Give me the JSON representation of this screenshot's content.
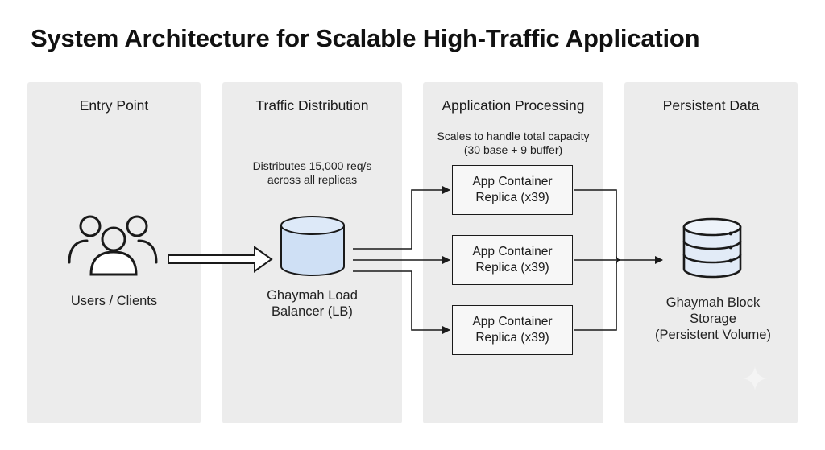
{
  "title": "System Architecture for Scalable High-Traffic Application",
  "lanes": [
    {
      "title": "Entry Point"
    },
    {
      "title": "Traffic Distribution"
    },
    {
      "title": "Application Processing"
    },
    {
      "title": "Persistent Data"
    }
  ],
  "users": {
    "label": "Users / Clients",
    "icon": "users-icon"
  },
  "load_balancer": {
    "note_line1": "Distributes 15,000 req/s",
    "note_line2": "across all replicas",
    "label_line1": "Ghaymah Load",
    "label_line2": "Balancer (LB)",
    "icon": "cylinder-icon",
    "fill_color": "#cfe0f5"
  },
  "app": {
    "note_line1": "Scales to handle total capacity",
    "note_line2": "(30 base + 9 buffer)",
    "replicas": [
      {
        "line1": "App Container",
        "line2": "Replica (x39)"
      },
      {
        "line1": "App Container",
        "line2": "Replica (x39)"
      },
      {
        "line1": "App Container",
        "line2": "Replica (x39)"
      }
    ]
  },
  "storage": {
    "label_line1": "Ghaymah Block",
    "label_line2": "Storage",
    "label_line3": "(Persistent Volume)",
    "icon": "database-icon",
    "fill_color": "#e2ebf7"
  }
}
